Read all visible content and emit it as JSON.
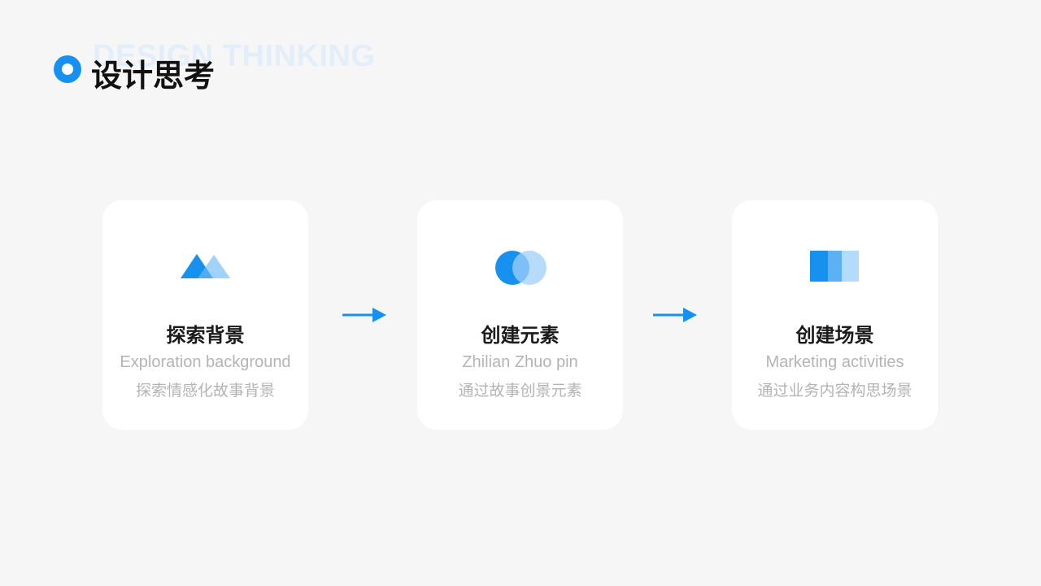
{
  "header": {
    "watermark": "DESIGN THINKING",
    "title": "设计思考",
    "bullet_icon": "circle-ring-icon"
  },
  "colors": {
    "accent": "#1691f0",
    "accent_light": "#9fd0fa",
    "background": "#f6f6f6",
    "card": "#ffffff",
    "title_text": "#1a1a1a",
    "sub_text": "#b4b4b4",
    "watermark": "#e3eefb"
  },
  "cards": [
    {
      "icon": "mountains-icon",
      "title": "探索背景",
      "subtitle_en": "Exploration background",
      "subtitle_cn": "探索情感化故事背景"
    },
    {
      "icon": "overlapping-circles-icon",
      "title": "创建元素",
      "subtitle_en": "Zhilian Zhuo pin",
      "subtitle_cn": "通过故事创景元素"
    },
    {
      "icon": "stacked-rectangles-icon",
      "title": "创建场景",
      "subtitle_en": "Marketing activities",
      "subtitle_cn": "通过业务内容构思场景"
    }
  ],
  "arrows": [
    {
      "icon": "arrow-right-icon"
    },
    {
      "icon": "arrow-right-icon"
    }
  ]
}
